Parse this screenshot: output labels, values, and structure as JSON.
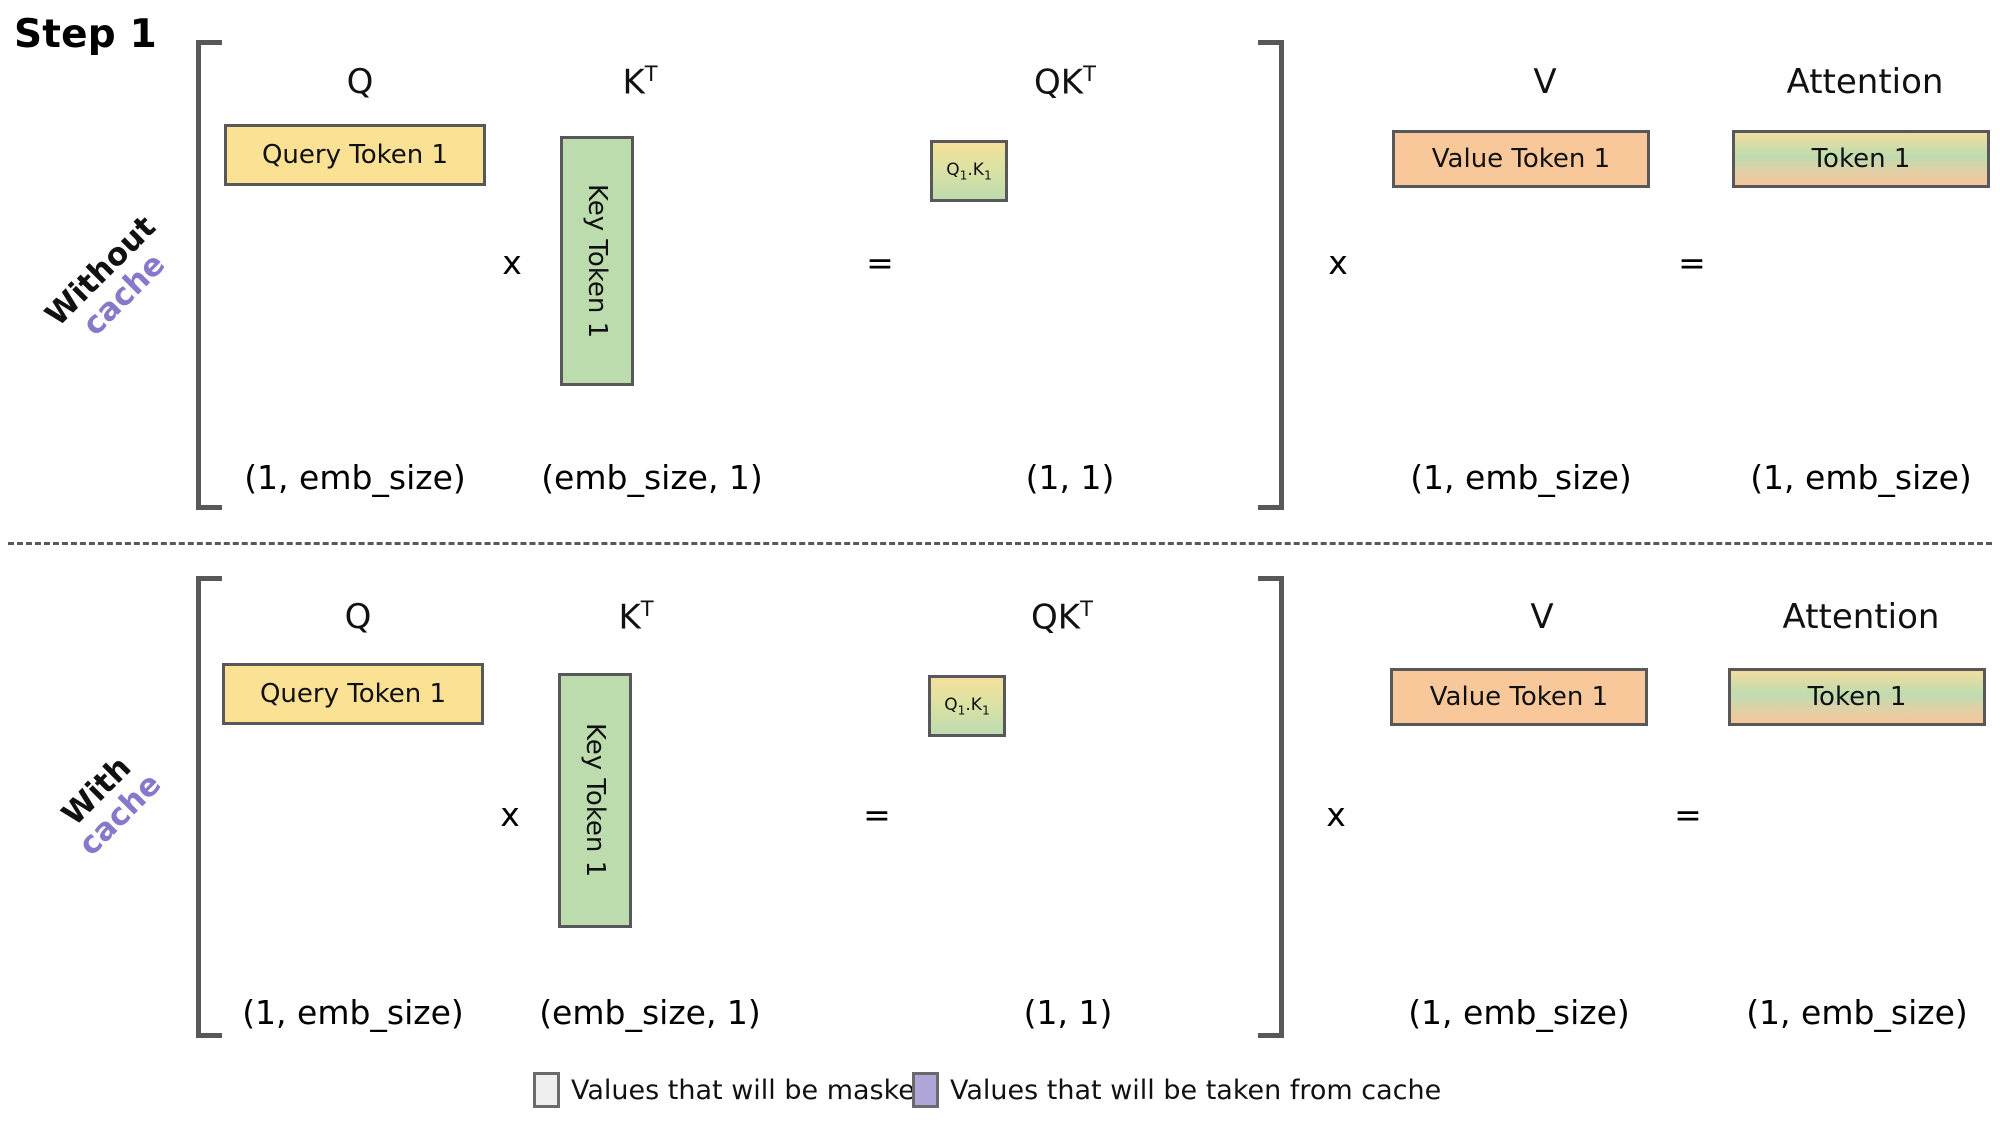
{
  "title": "Step 1",
  "colors": {
    "query_fill": "#fbe193",
    "key_fill": "#bcdcae",
    "value_fill": "#f8c89a",
    "border": "#58585a",
    "cache_accent": "#8878c9",
    "masked_swatch": "#efefef",
    "cached_swatch": "#b0a5d8"
  },
  "rows": [
    {
      "id": "without-cache",
      "label_plain": "Without",
      "label_accent": "cache",
      "headers": {
        "q": "Q",
        "kt": "K",
        "kt_sup": "T",
        "qkt": "QK",
        "qkt_sup": "T",
        "v": "V",
        "attention": "Attention"
      },
      "boxes": {
        "query": "Query Token 1",
        "key": "Key Token 1",
        "qk": "Q",
        "qk_sub1": "1",
        "qk_mid": ".K",
        "qk_sub2": "1",
        "value": "Value Token 1",
        "attention": "Token 1"
      },
      "operators": {
        "mul_left": "x",
        "eq_left": "=",
        "mul_right": "x",
        "eq_right": "="
      },
      "dims": {
        "q": "(1, emb_size)",
        "kt": "(emb_size, 1)",
        "qkt": "(1, 1)",
        "v": "(1, emb_size)",
        "attention": "(1, emb_size)"
      }
    },
    {
      "id": "with-cache",
      "label_plain": "With",
      "label_accent": "cache",
      "headers": {
        "q": "Q",
        "kt": "K",
        "kt_sup": "T",
        "qkt": "QK",
        "qkt_sup": "T",
        "v": "V",
        "attention": "Attention"
      },
      "boxes": {
        "query": "Query Token 1",
        "key": "Key Token 1",
        "qk": "Q",
        "qk_sub1": "1",
        "qk_mid": ".K",
        "qk_sub2": "1",
        "value": "Value Token 1",
        "attention": "Token 1"
      },
      "operators": {
        "mul_left": "x",
        "eq_left": "=",
        "mul_right": "x",
        "eq_right": "="
      },
      "dims": {
        "q": "(1, emb_size)",
        "kt": "(emb_size, 1)",
        "qkt": "(1, 1)",
        "v": "(1, emb_size)",
        "attention": "(1, emb_size)"
      }
    }
  ],
  "legend": {
    "masked_label": "Values that will be masked",
    "cached_label": "Values that will be taken from cache"
  }
}
